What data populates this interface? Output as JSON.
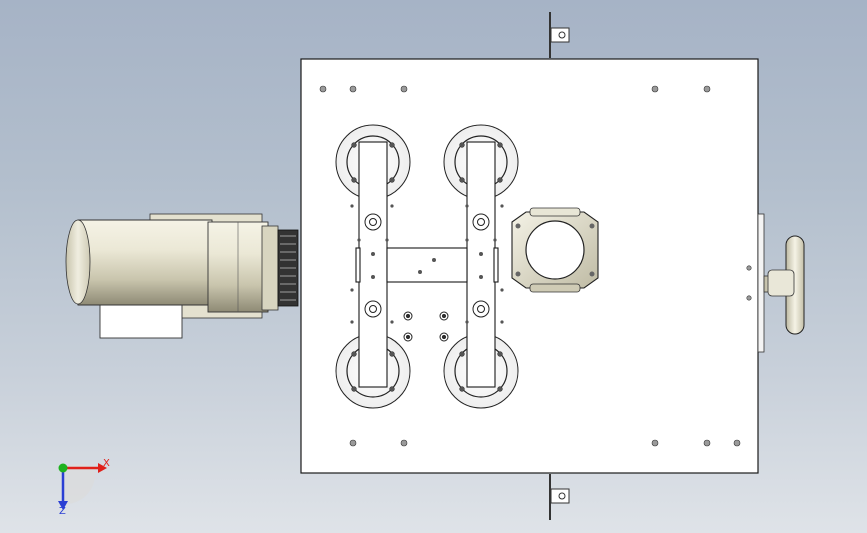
{
  "triad": {
    "x_label": "X",
    "z_label": "Z",
    "x_color": "#e0201a",
    "y_color": "#1eb21e",
    "z_color": "#2a3fd4"
  },
  "colors": {
    "background_top": "#a6b3c6",
    "background_bottom": "#dfe3e8",
    "plate": "#ffffff",
    "motor_body": "#ddd9c4",
    "edge": "#1a1a1a"
  },
  "icons": {
    "triad": "coordinate-axes-icon",
    "model": "assembly-top-view"
  }
}
